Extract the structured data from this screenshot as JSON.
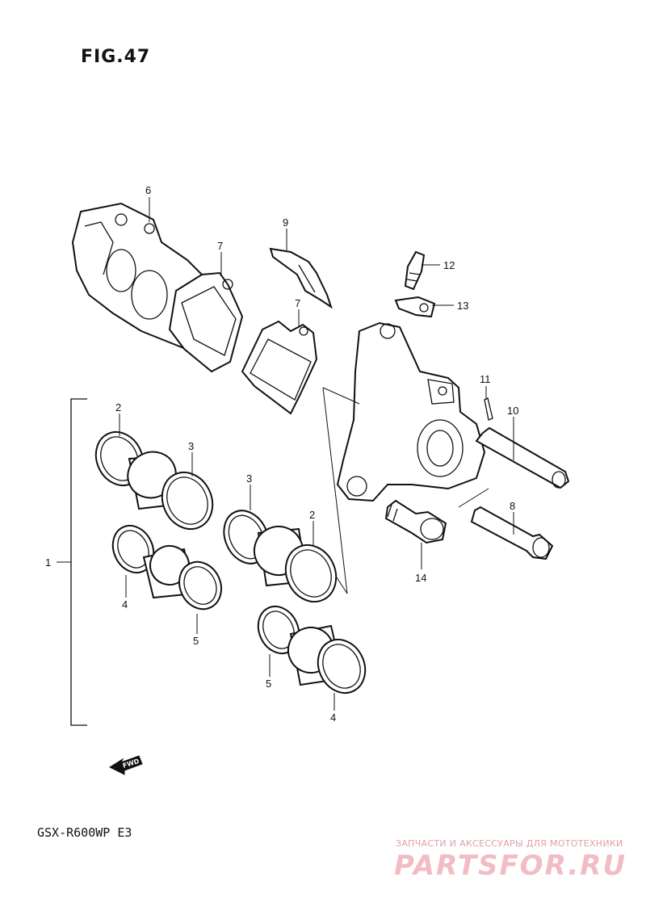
{
  "figure": {
    "title": "FIG.47",
    "model": "GSX-R600WP  E3"
  },
  "watermark": {
    "tagline": "ЗАПЧАСТИ И АКСЕССУАРЫ ДЛЯ МОТОТЕХНИКИ",
    "logo": "PARTSFOR.RU"
  },
  "fwd": "FWD",
  "callouts": {
    "c1": "1",
    "c2a": "2",
    "c2b": "2",
    "c3a": "3",
    "c3b": "3",
    "c4a": "4",
    "c4b": "4",
    "c5a": "5",
    "c5b": "5",
    "c6": "6",
    "c7a": "7",
    "c7b": "7",
    "c8": "8",
    "c9": "9",
    "c10": "10",
    "c11": "11",
    "c12": "12",
    "c13": "13",
    "c14": "14"
  }
}
